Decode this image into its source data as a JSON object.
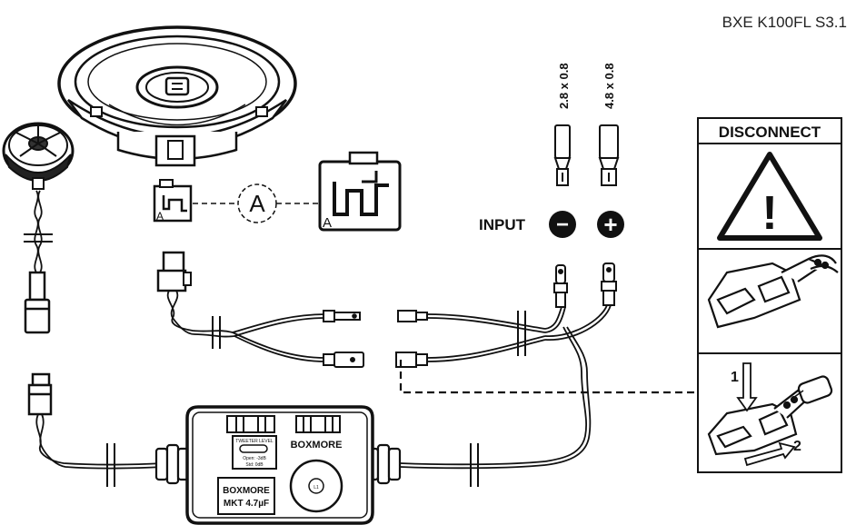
{
  "model_code": "BXE K100FL S3.1",
  "connector_callout": "A",
  "connector_small_tag": "A",
  "connector_large_tag": "A",
  "terminal_1_size": "2.8 x 0.8",
  "terminal_2_size": "4.8 x 0.8",
  "input_label": "INPUT",
  "minus_symbol": "−",
  "plus_symbol": "+",
  "disconnect_title": "DISCONNECT",
  "warning_glyph": "!",
  "step_1": "1",
  "step_2": "2",
  "crossover": {
    "brand_top": "BOXMORE",
    "tweeter_level_label": "TWEETER LEVEL",
    "open_label": "Open: -3dB",
    "std_label": "Std: 0dB",
    "capacitor_brand": "BOXMORE",
    "capacitor_value": "MKT 4.7µF",
    "coil_label": "L1"
  }
}
